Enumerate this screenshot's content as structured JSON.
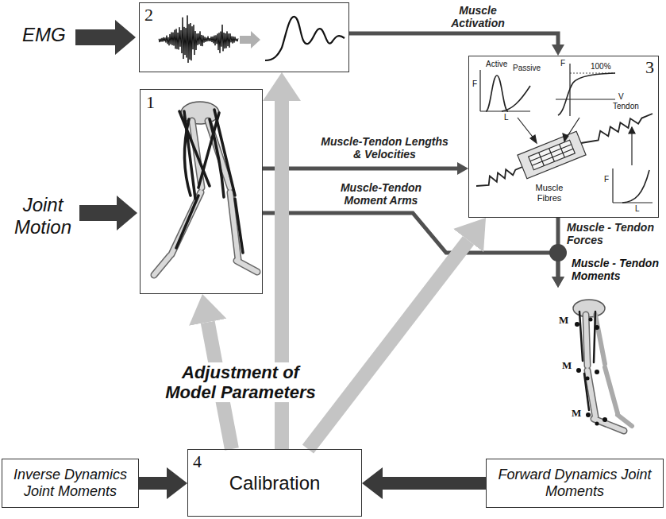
{
  "diagram": {
    "nodes": [
      {
        "text": [
          "2"
        ]
      },
      {
        "text": [
          "1"
        ]
      },
      {
        "text": [
          "3"
        ]
      },
      {
        "text": [
          "M",
          "M",
          "M"
        ]
      },
      {
        "text": [
          "Inverse Dynamics Joint Moments"
        ]
      },
      {
        "text": [
          "4",
          "Calibration"
        ]
      },
      {
        "text": [
          "Forward Dynamics Joint Moments"
        ]
      }
    ],
    "edges": [
      {
        "from": 0,
        "to": 2,
        "arrow": "to",
        "label": "Muscle Activation"
      },
      {
        "from": 1,
        "to": 2,
        "arrow": "to",
        "label": "Muscle-Tendon Lengths & Velocities"
      },
      {
        "from": 1,
        "to": 3,
        "arrow": "to",
        "label": "Muscle-Tendon Moment Arms"
      },
      {
        "from": 2,
        "to": 3,
        "arrow": "to",
        "label": "Muscle - Tendon Forces"
      },
      {
        "from": 4,
        "to": 5,
        "arrow": "to"
      },
      {
        "from": 6,
        "to": 5,
        "arrow": "to"
      },
      {
        "from": 5,
        "to": 0,
        "arrow": "to"
      },
      {
        "from": 5,
        "to": 1,
        "arrow": "to"
      },
      {
        "from": 5,
        "to": 2,
        "arrow": "to"
      }
    ],
    "labels": [
      "EMG",
      "Joint Motion",
      "Active",
      "Passive",
      "F",
      "L",
      "F",
      "100%",
      "V",
      "Tendon",
      "Muscle Fibres",
      "F",
      "L",
      "Muscle - Tendon Moments",
      "Adjustment of Model Parameters"
    ]
  }
}
